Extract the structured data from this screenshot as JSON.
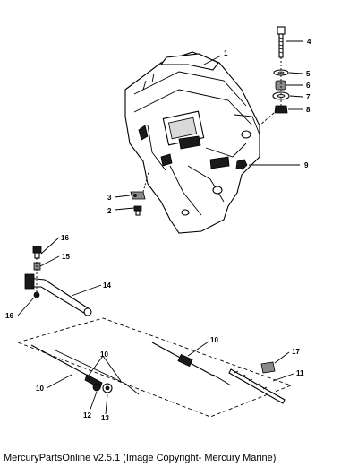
{
  "callouts": {
    "c1": "1",
    "c2": "2",
    "c3": "3",
    "c4": "4",
    "c5": "5",
    "c6": "6",
    "c7": "7",
    "c8": "8",
    "c9": "9",
    "c10a": "10",
    "c10b": "10",
    "c10c": "10",
    "c11": "11",
    "c12": "12",
    "c13": "13",
    "c14": "14",
    "c15": "15",
    "c16a": "16",
    "c16b": "16",
    "c17": "17"
  },
  "footer": {
    "caption": "MercuryPartsOnline v2.5.1 (Image Copyright- Mercury Marine)"
  }
}
